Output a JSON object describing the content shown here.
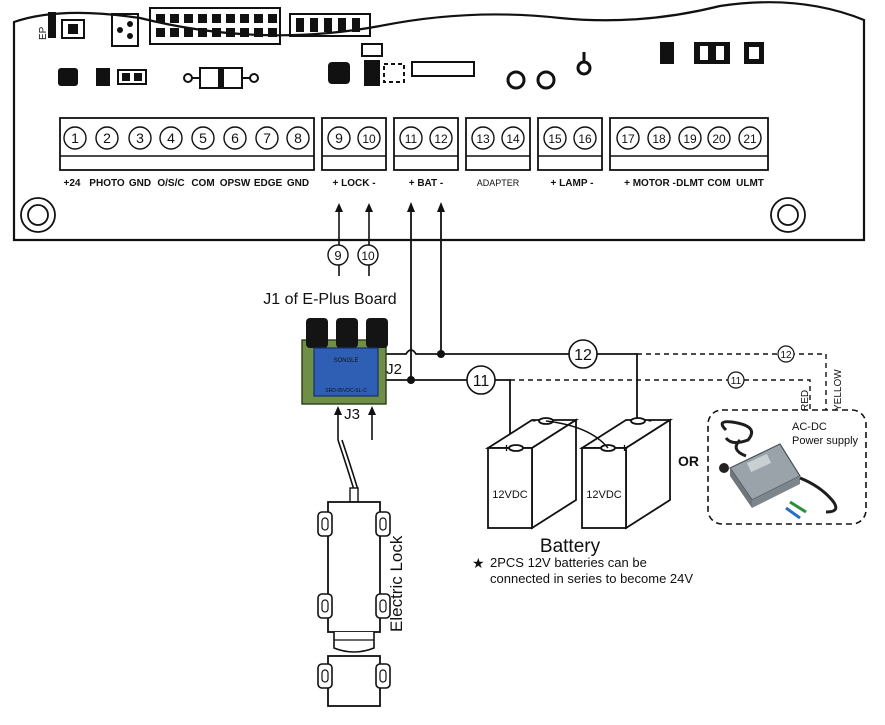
{
  "board": {
    "terminals": [
      {
        "num": "1"
      },
      {
        "num": "2"
      },
      {
        "num": "3"
      },
      {
        "num": "4"
      },
      {
        "num": "5"
      },
      {
        "num": "6"
      },
      {
        "num": "7"
      },
      {
        "num": "8"
      },
      {
        "num": "9"
      },
      {
        "num": "10"
      },
      {
        "num": "11"
      },
      {
        "num": "12"
      },
      {
        "num": "13"
      },
      {
        "num": "14"
      },
      {
        "num": "15"
      },
      {
        "num": "16"
      },
      {
        "num": "17"
      },
      {
        "num": "18"
      },
      {
        "num": "19"
      },
      {
        "num": "20"
      },
      {
        "num": "21"
      }
    ],
    "labels": {
      "plus24": "+24",
      "photo": "PHOTO",
      "gnd1": "GND",
      "osc": "O/S/C",
      "com1": "COM",
      "opsw": "OPSW",
      "edge": "EDGE",
      "gnd2": "GND",
      "lock": "+  LOCK  -",
      "bat": "+  BAT  -",
      "adapter": "ADAPTER",
      "lamp": "+  LAMP  -",
      "motor": "+  MOTOR  -",
      "dlmt": "DLMT",
      "com2": "COM",
      "ulmt": "ULMT"
    },
    "corner_label": "EP"
  },
  "wiring": {
    "lock_wire_9": "9",
    "lock_wire_10": "10",
    "wire_11": "11",
    "wire_12": "12",
    "wire_11_dashed": "11",
    "wire_12_dashed": "12"
  },
  "relay": {
    "title": "J1 of E-Plus Board",
    "j2": "J2",
    "j3": "J3",
    "brand": "SONGLE",
    "model": "SRD-05VDC-SL-C"
  },
  "battery": {
    "cell1": "12VDC",
    "cell2": "12VDC",
    "title": "Battery",
    "note_star": "★",
    "note_line1": "2PCS 12V batteries can be",
    "note_line2": "connected in series to become 24V"
  },
  "or_label": "OR",
  "power_supply": {
    "line1": "AC-DC",
    "line2": "Power supply",
    "red": "RED",
    "yellow": "YELLOW"
  },
  "electric_lock": {
    "label": "Electric Lock"
  }
}
